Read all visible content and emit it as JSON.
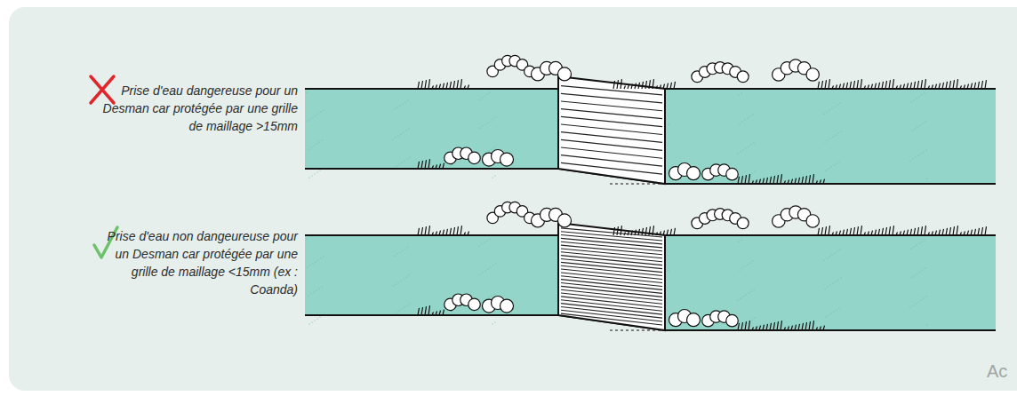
{
  "diagram": {
    "labels": [
      "Prise d'eau dangereuse pour un Desman car protégée par une grille de maillage >15mm",
      "Prise d'eau non dangeureuse pour un Desman car protégée par une grille de maillage <15mm (ex : Coanda)",
      "Ac"
    ]
  }
}
